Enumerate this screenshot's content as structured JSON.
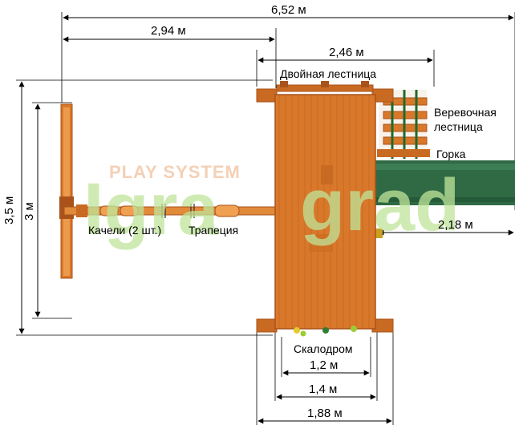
{
  "dimensions": {
    "total_length": "6,52 м",
    "swing_offset": "2,94 м",
    "platform_span": "2,46 м",
    "overall_depth": "3,5 м",
    "swing_beam_length": "3 м",
    "slide_length": "2,18 м",
    "wall_width_inner": "1,2 м",
    "wall_width_mid": "1,4 м",
    "wall_width_outer": "1,88 м"
  },
  "labels": {
    "double_ladder": "Двойная лестница",
    "rope_ladder_line1": "Веревочная",
    "rope_ladder_line2": "лестница",
    "slide": "Горка",
    "swings": "Качели (2 шт.)",
    "trapeze": "Трапеция",
    "climbing_wall": "Скалодром"
  },
  "watermark": {
    "brand": "PLAY SYSTEM",
    "logo_left": "Igra",
    "logo_right": "grad"
  },
  "colors": {
    "wood": "#d9782a",
    "wood_dark": "#a9521a",
    "wood_light": "#ec9a4c",
    "slide": "#2f6a45",
    "rope": "#1e6b2a",
    "grip": "#9acd32",
    "watermark_green": "#bfe59a",
    "watermark_orange": "#f7c8a0",
    "dim_line": "#000000"
  }
}
